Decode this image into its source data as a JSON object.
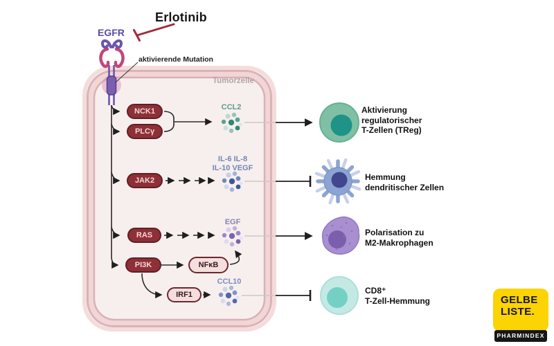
{
  "drug": {
    "name": "Erlotinib"
  },
  "receptor": {
    "name": "EGFR",
    "mutation_label": "aktivierende Mutation"
  },
  "cell": {
    "label": "Tumorzelle"
  },
  "pathway_nodes": {
    "nck1": "NCK1",
    "plcy": "PLCγ",
    "jak2": "JAK2",
    "ras": "RAS",
    "pi3k": "PI3K",
    "nfkb": "NFκB",
    "irf1": "IRF1"
  },
  "mediators": {
    "ccl2": {
      "label": "CCL2",
      "label_color": "#619a8b",
      "dot_colors": [
        "#2f8878",
        "#5aa392",
        "#93c5b6",
        "#bedacf",
        "#5aa392",
        "#c8e0d7",
        "#93c5b6",
        "#2f8878",
        "#d8e8e1"
      ]
    },
    "cytokines": {
      "line1": "IL-6  IL-8",
      "line2": "IL-10  VEGF",
      "label_color": "#7186b6",
      "dot_colors": [
        "#3c5a99",
        "#6e88bd",
        "#a2b4d8",
        "#c6cfe6",
        "#6e88bd",
        "#cfd7ea",
        "#a2b4d8",
        "#3c5a99",
        "#dde3f0"
      ]
    },
    "egf": {
      "label": "EGF",
      "label_color": "#8983ae",
      "dot_colors": [
        "#7a63ae",
        "#9c88c6",
        "#bfb1dc",
        "#d9d1ea",
        "#9c88c6",
        "#e0daee",
        "#bfb1dc",
        "#7a63ae",
        "#e8e3f3"
      ]
    },
    "ccl10": {
      "label": "CCL10",
      "label_color": "#7f8bbd",
      "dot_colors": [
        "#5567a9",
        "#8492c6",
        "#adb7da",
        "#ced5e9",
        "#8492c6",
        "#d6dcee",
        "#adb7da",
        "#5567a9",
        "#e0e4f2"
      ]
    }
  },
  "outcomes": {
    "treg": {
      "line1": "Aktivierung",
      "line2": "regulatorischer",
      "line3": "T-Zellen (TReg)",
      "effect": "activation-arrow"
    },
    "dendritic": {
      "line1": "Hemmung",
      "line2": "dendritischer Zellen",
      "effect": "inhibition-bar"
    },
    "macrophage": {
      "line1": "Polarisation zu",
      "line2": "M2-Makrophagen",
      "effect": "activation-arrow"
    },
    "cd8": {
      "line1": "CD8⁺",
      "line2": "T-Zell-Hemmung",
      "effect": "inhibition-bar"
    }
  },
  "logo": {
    "line1": "GELBE",
    "line2": "LISTE.",
    "subtitle": "PHARMINDEX",
    "bg_color": "#fcd303"
  },
  "colors": {
    "node_dark_bg": "#8e3036",
    "node_dark_border": "#5f1f26",
    "node_light_bg": "#f5dede",
    "node_light_border": "#6e262e",
    "inhibitor_red": "#a02c3c",
    "membrane_pale": "#f3d7d8",
    "membrane_rose": "#d9b3b6",
    "cytosol": "#f7efee",
    "line_dark": "#1f1f1f",
    "line_faded": "#cfc6c6",
    "receptor_purple": "#6b55ab",
    "receptor_pink": "#c34579"
  }
}
